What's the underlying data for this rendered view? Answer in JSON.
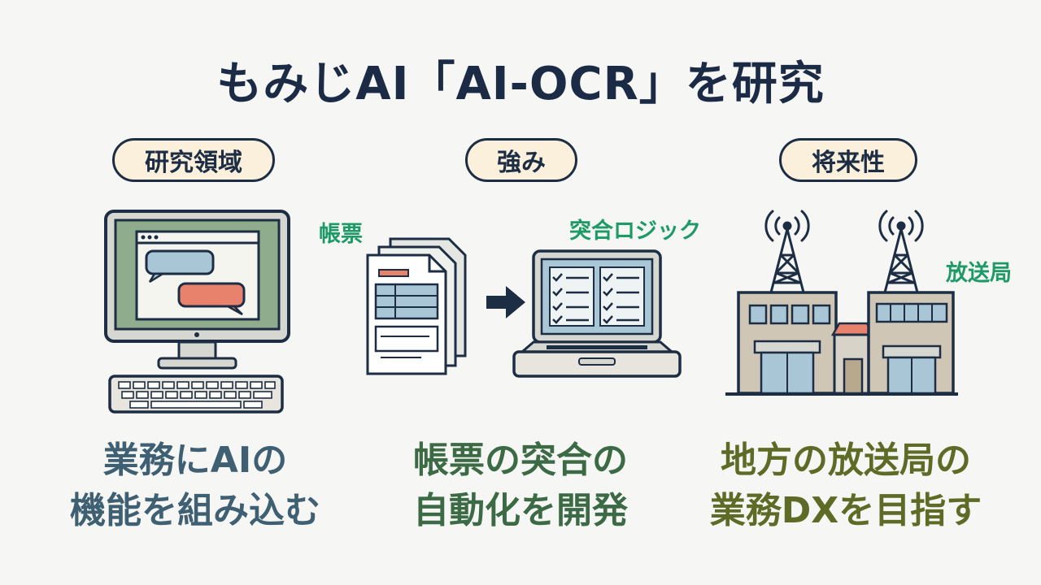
{
  "title": "もみじAI「AI-OCR」を研究",
  "sections": [
    {
      "pill": "研究領域",
      "caption_line1": "業務にAIの",
      "caption_line2": "機能を組み込む",
      "caption_color": "#3f5f73"
    },
    {
      "pill": "強み",
      "tag_left": "帳票",
      "tag_right": "突合ロジック",
      "caption_line1": "帳票の突合の",
      "caption_line2": "自動化を開発",
      "caption_color": "#3c6a45"
    },
    {
      "pill": "将来性",
      "tag": "放送局",
      "caption_line1": "地方の放送局の",
      "caption_line2": "業務DXを目指す",
      "caption_color": "#5e6b26"
    }
  ],
  "icons": {
    "computer": "desktop-computer-icon",
    "documents": "paper-forms-icon",
    "arrow": "right-arrow-icon",
    "laptop": "laptop-checklist-icon",
    "broadcast": "broadcast-station-icon"
  },
  "colors": {
    "outline": "#1c2d44",
    "pill_fill": "#faf0dc",
    "tag_green": "#1d9a66"
  }
}
